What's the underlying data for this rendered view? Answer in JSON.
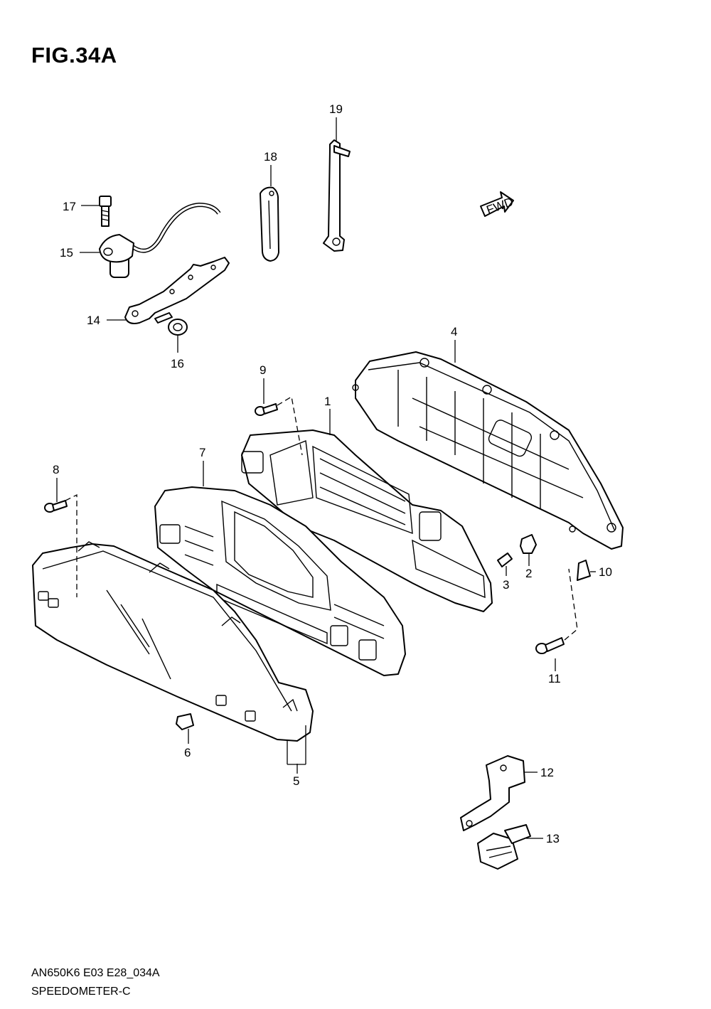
{
  "figure": {
    "title": "FIG.34A",
    "fwd_label": "FWD",
    "model_code": "AN650K6 E03 E28_034A",
    "section_name": "SPEEDOMETER-C"
  },
  "callouts": [
    "1",
    "2",
    "3",
    "4",
    "5",
    "6",
    "7",
    "8",
    "9",
    "10",
    "11",
    "12",
    "13",
    "14",
    "15",
    "16",
    "17",
    "18",
    "19"
  ]
}
